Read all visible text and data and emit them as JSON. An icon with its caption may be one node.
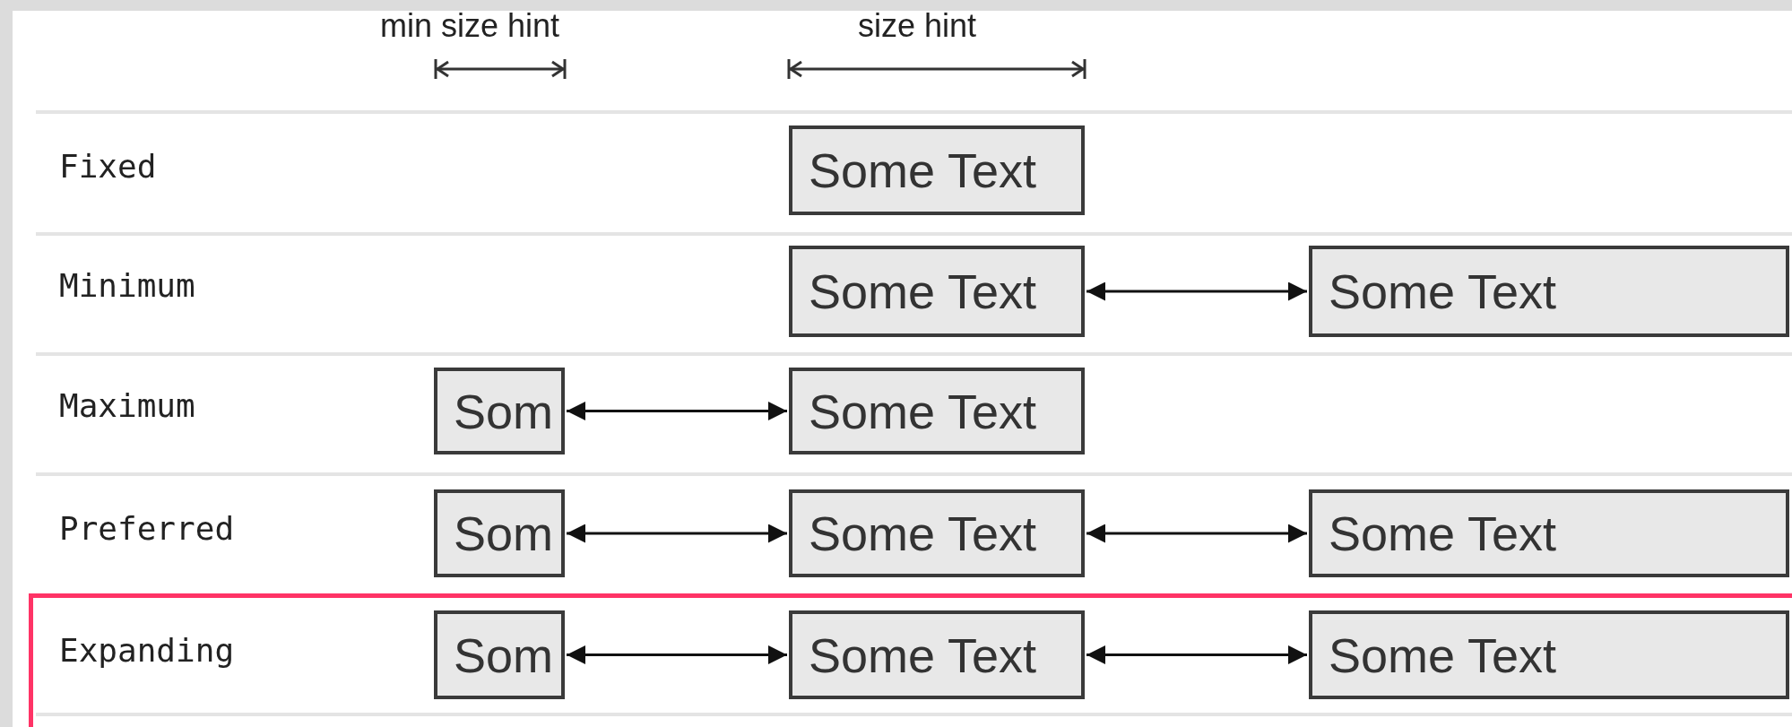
{
  "diagram": {
    "nodes": [
      {
        "text": [
          "Some Text"
        ]
      },
      {
        "text": [
          "Some Text"
        ]
      },
      {
        "text": [
          "Some Text"
        ]
      },
      {
        "text": [
          "Som"
        ]
      },
      {
        "text": [
          "Some Text"
        ]
      },
      {
        "text": [
          "Som"
        ]
      },
      {
        "text": [
          "Some Text"
        ]
      },
      {
        "text": [
          "Some Text"
        ]
      },
      {
        "text": [
          "Expanding"
        ]
      },
      {
        "text": [
          "Som"
        ],
        "in": 8
      },
      {
        "text": [
          "Some Text"
        ],
        "in": 8
      },
      {
        "text": [
          "Some Text"
        ],
        "in": 8
      }
    ],
    "edges": [
      {
        "from": 1,
        "to": 2,
        "arrow": "both"
      },
      {
        "from": 3,
        "to": 4,
        "arrow": "both"
      },
      {
        "from": 5,
        "to": 6,
        "arrow": "both"
      },
      {
        "from": 6,
        "to": 7,
        "arrow": "both"
      },
      {
        "from": 9,
        "to": 10,
        "arrow": "both"
      },
      {
        "from": 10,
        "to": 11,
        "arrow": "both"
      }
    ],
    "labels": [
      "min size hint",
      "size hint",
      "Fixed",
      "Minimum",
      "Maximum",
      "Preferred"
    ]
  }
}
